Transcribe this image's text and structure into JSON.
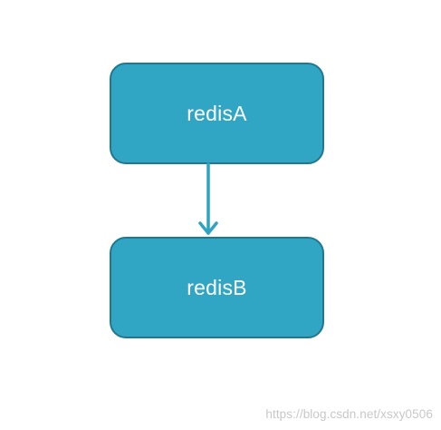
{
  "diagram": {
    "nodes": [
      {
        "id": "redisA",
        "label": "redisA"
      },
      {
        "id": "redisB",
        "label": "redisB"
      }
    ],
    "edges": [
      {
        "from": "redisA",
        "to": "redisB"
      }
    ]
  },
  "colors": {
    "node_fill": "#31a6c4",
    "node_border": "#1f7890",
    "node_text": "#ffffff",
    "arrow": "#2fa3c2",
    "watermark_text": "#c8c8c8",
    "background": "#ffffff"
  },
  "watermark": {
    "text": "https://blog.csdn.net/xsxy0506"
  }
}
